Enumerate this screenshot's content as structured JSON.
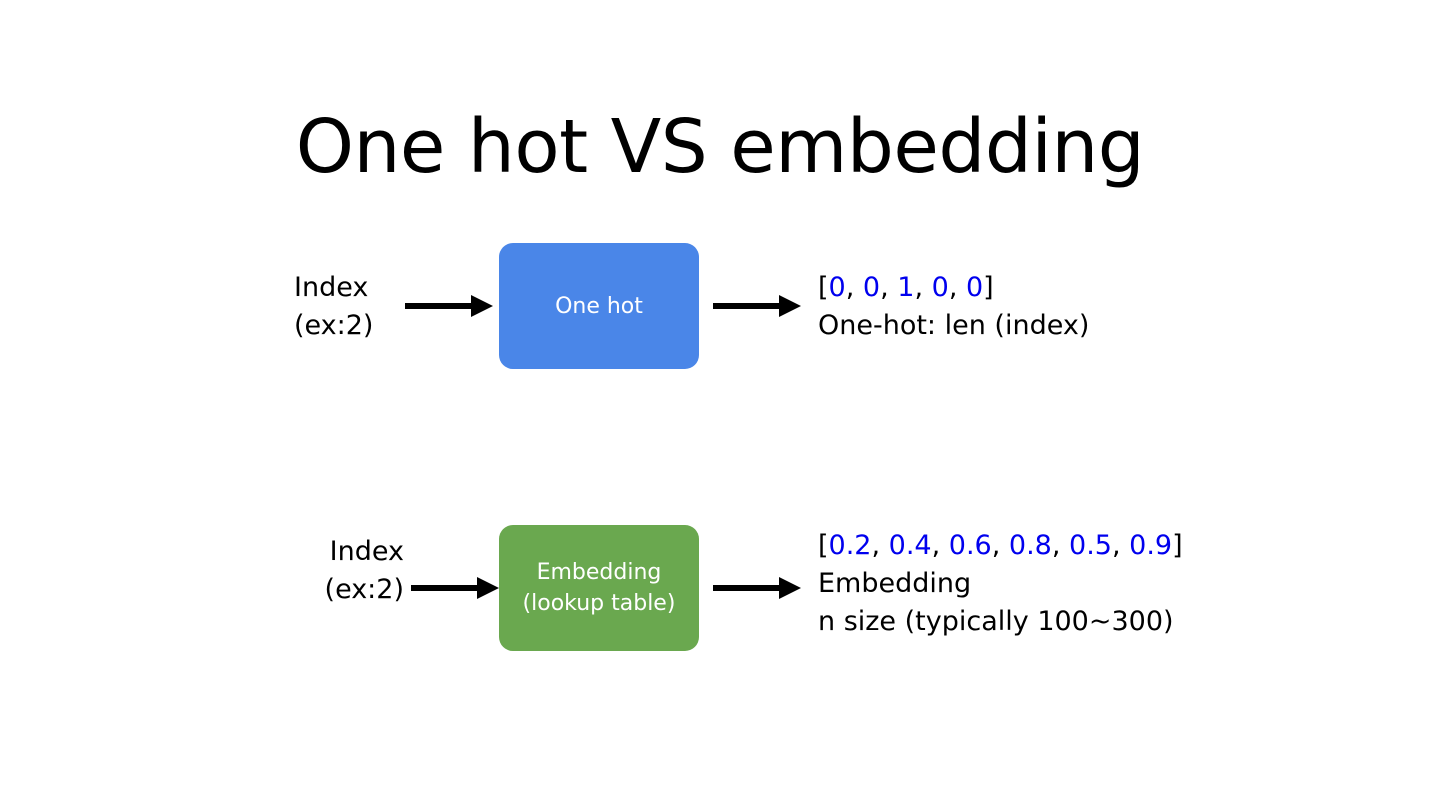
{
  "slide": {
    "title": "One hot VS embedding",
    "background_color": "#ffffff"
  },
  "colors": {
    "one_hot_box": "#4a86e8",
    "embedding_box": "#6aa84f",
    "vector_number": "#0000ee",
    "text": "#000000",
    "arrow": "#000000"
  },
  "rows": [
    {
      "id": "one-hot",
      "input": {
        "line1": "Index",
        "line2": "(ex:2)"
      },
      "box": {
        "line1": "One hot",
        "line2": "",
        "color": "#4a86e8"
      },
      "output": {
        "open_bracket": "[",
        "close_bracket": "]",
        "separator": ", ",
        "values": [
          "0",
          "0",
          "1",
          "0",
          "0"
        ],
        "caption1": "One-hot: len (index)",
        "caption2": ""
      }
    },
    {
      "id": "embedding",
      "input": {
        "line1": "Index",
        "line2": "(ex:2)"
      },
      "box": {
        "line1": "Embedding",
        "line2": "(lookup table)",
        "color": "#6aa84f"
      },
      "output": {
        "open_bracket": "[",
        "close_bracket": "]",
        "separator": ", ",
        "values": [
          "0.2",
          "0.4",
          "0.6",
          "0.8",
          "0.5",
          "0.9"
        ],
        "caption1": "Embedding",
        "caption2": "n size (typically 100~300)"
      }
    }
  ],
  "icons": {
    "arrow_right": "arrow-right-icon"
  }
}
